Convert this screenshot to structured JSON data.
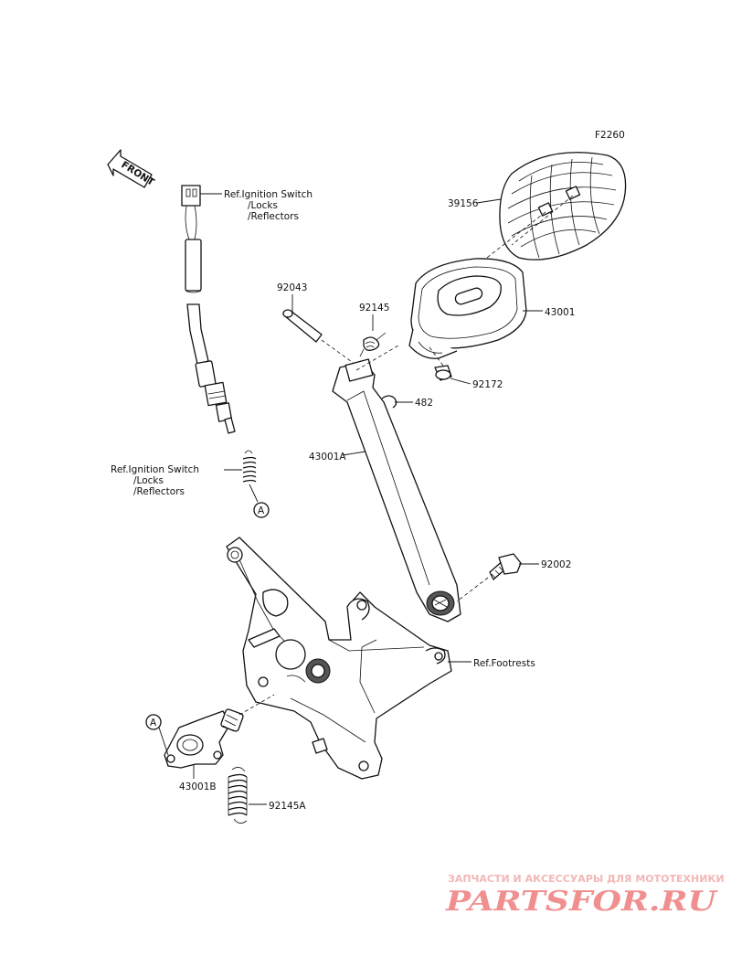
{
  "diagram_code": "F2260",
  "front_arrow": "FRONT",
  "callouts": {
    "ref_ignition_top": [
      "Ref.Ignition Switch",
      "/Locks",
      "/Reflectors"
    ],
    "ref_ignition_mid": [
      "Ref.Ignition Switch",
      "/Locks",
      "/Reflectors"
    ],
    "ref_footrests": "Ref.Footrests",
    "p39156": "39156",
    "p43001": "43001",
    "p92043": "92043",
    "p92145": "92145",
    "p92172": "92172",
    "p482": "482",
    "p43001A": "43001A",
    "p92002": "92002",
    "p43001B": "43001B",
    "p92145A": "92145A",
    "marker_a_top": "A",
    "marker_a_bottom": "A"
  },
  "watermark": {
    "tagline": "ЗАПЧАСТИ И АКСЕССУАРЫ ДЛЯ МОТОТЕХНИКИ",
    "brand": "PARTSFOR.RU"
  },
  "colors": {
    "line": "#111111",
    "watermark_tagline": "#f2b7b7",
    "watermark_brand": "#f08f8f"
  }
}
